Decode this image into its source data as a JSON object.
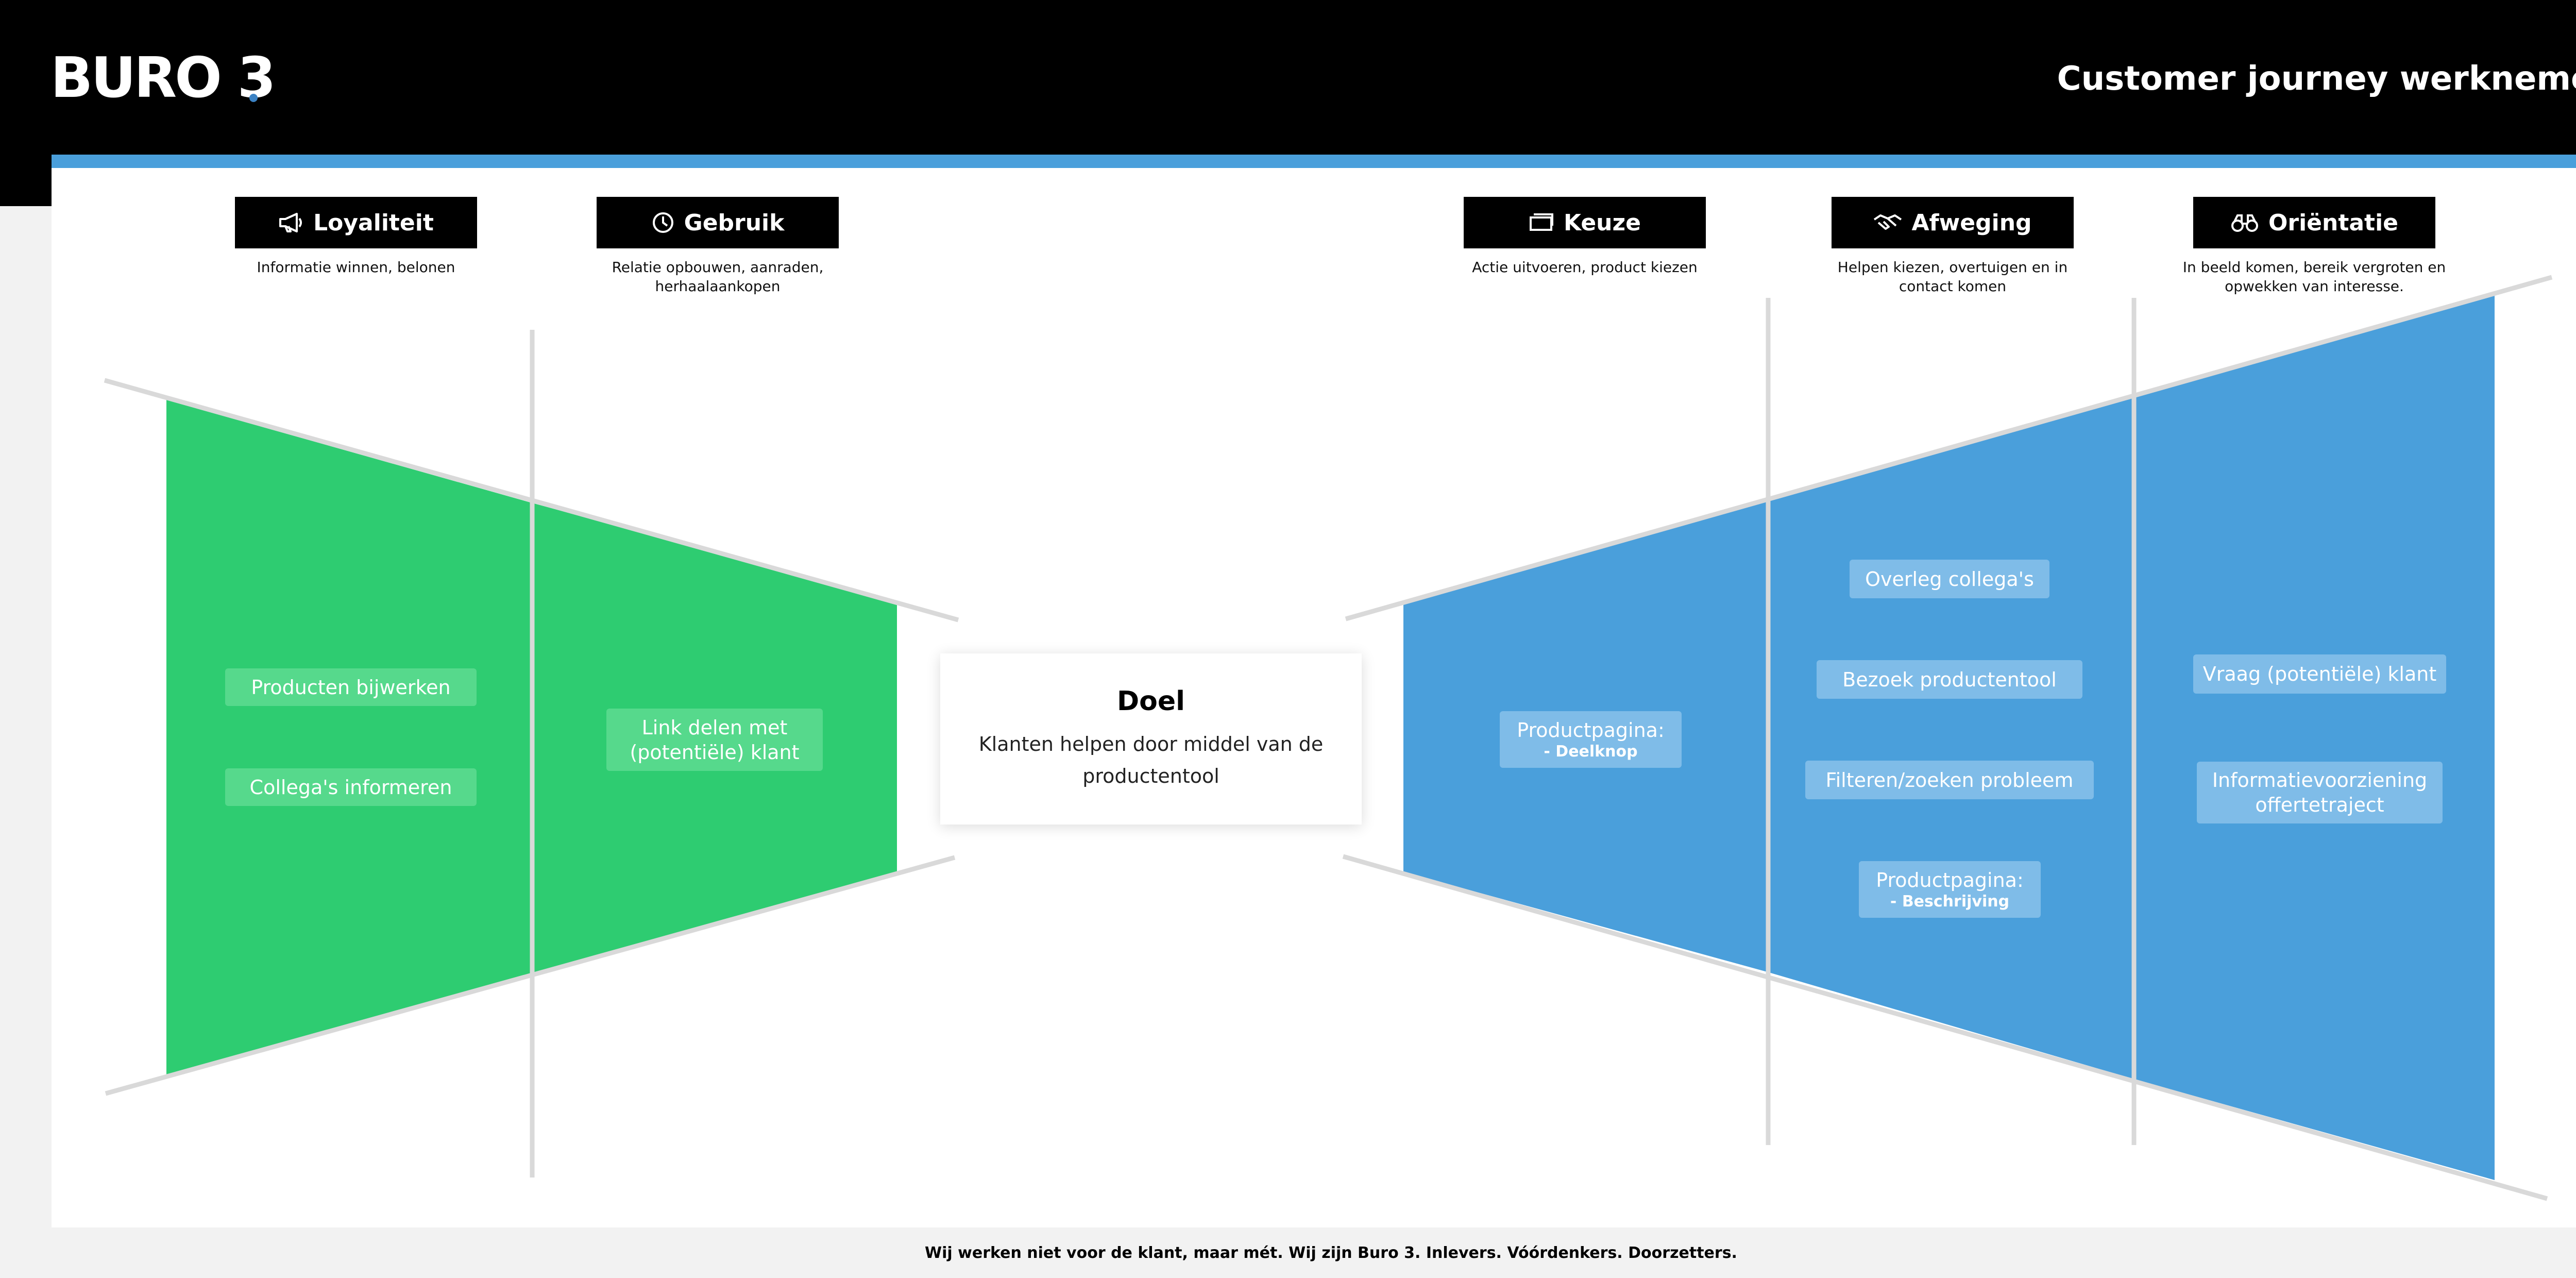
{
  "header": {
    "logo_text": "BURO 3",
    "title": "Customer journey werknemer"
  },
  "stages": [
    {
      "label": "Loyaliteit",
      "icon": "megaphone-icon",
      "description": "Informatie winnen, belonen"
    },
    {
      "label": "Gebruik",
      "icon": "refresh-icon",
      "description": "Relatie opbouwen, aanraden, herhaalaankopen"
    },
    {
      "label": "Keuze",
      "icon": "money-icon",
      "description": "Actie uitvoeren, product kiezen"
    },
    {
      "label": "Afweging",
      "icon": "handshake-icon",
      "description": "Helpen kiezen, overtuigen en in contact komen"
    },
    {
      "label": "Oriëntatie",
      "icon": "binoculars-icon",
      "description": "In beeld komen, bereik vergroten en opwekken van interesse."
    }
  ],
  "goal": {
    "title": "Doel",
    "text": "Klanten helpen door middel van de productentool"
  },
  "touchpoints": {
    "loyaliteit": [
      "Producten bijwerken",
      "Collega's informeren"
    ],
    "gebruik": [
      "Link delen met (potentiële) klant"
    ],
    "keuze": [
      {
        "title": "Productpagina:",
        "sub": "- Deelknop"
      }
    ],
    "afweging": [
      {
        "title": "Overleg collega's"
      },
      {
        "title": "Bezoek productentool"
      },
      {
        "title": "Filteren/zoeken probleem"
      },
      {
        "title": "Productpagina:",
        "sub": "- Beschrijving"
      }
    ],
    "orientatie": [
      "Vraag (potentiële) klant",
      "Informatievoorziening offertetraject"
    ]
  },
  "colors": {
    "green": "#2ecc71",
    "blue": "#4a9fdb",
    "accent_bar": "#4a9fdb"
  },
  "footer": "Wij werken niet voor de klant, maar mét. Wij zijn Buro 3. Inlevers. Vóórdenkers. Doorzetters."
}
